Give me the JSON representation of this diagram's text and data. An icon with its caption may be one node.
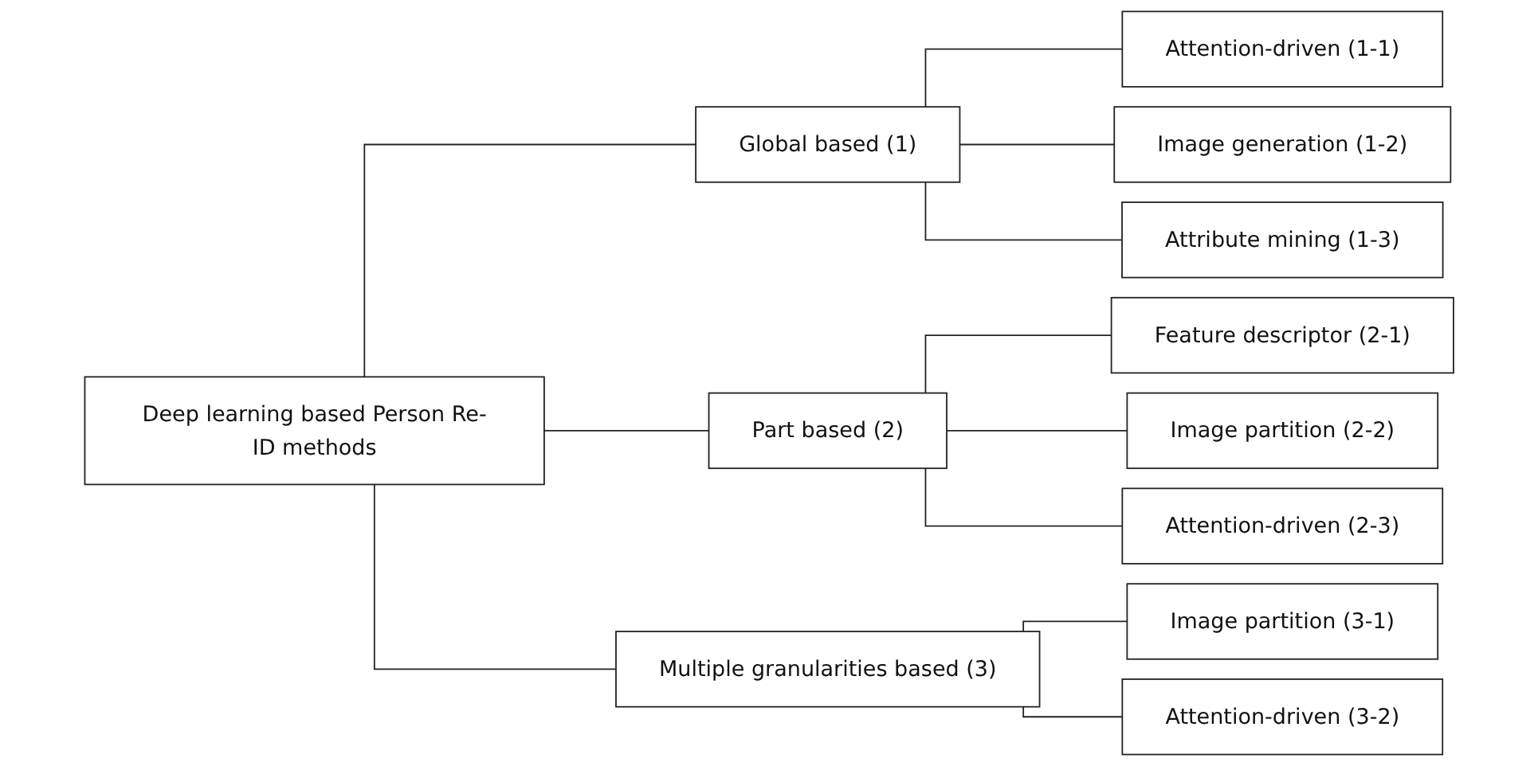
{
  "diagram": {
    "nodes": [
      {
        "text": [
          "Deep learning based Person Re-ID methods"
        ]
      },
      {
        "text": [
          "Global based (1)"
        ]
      },
      {
        "text": [
          "Part based (2)"
        ]
      },
      {
        "text": [
          "Multiple granularities based (3)"
        ]
      },
      {
        "text": [
          "Attention-driven (1-1)"
        ]
      },
      {
        "text": [
          "Image generation (1-2)"
        ]
      },
      {
        "text": [
          "Attribute mining (1-3)"
        ]
      },
      {
        "text": [
          "Feature descriptor (2-1)"
        ]
      },
      {
        "text": [
          "Image partition (2-2)"
        ]
      },
      {
        "text": [
          "Attention-driven (2-3)"
        ]
      },
      {
        "text": [
          "Image partition (3-1)"
        ]
      },
      {
        "text": [
          "Attention-driven (3-2)"
        ]
      }
    ],
    "edges": [
      {
        "from": 0,
        "to": 1,
        "arrow": "none"
      },
      {
        "from": 0,
        "to": 2,
        "arrow": "none"
      },
      {
        "from": 0,
        "to": 3,
        "arrow": "none"
      },
      {
        "from": 1,
        "to": 4,
        "arrow": "none"
      },
      {
        "from": 1,
        "to": 5,
        "arrow": "none"
      },
      {
        "from": 1,
        "to": 6,
        "arrow": "none"
      },
      {
        "from": 2,
        "to": 7,
        "arrow": "none"
      },
      {
        "from": 2,
        "to": 8,
        "arrow": "none"
      },
      {
        "from": 2,
        "to": 9,
        "arrow": "none"
      },
      {
        "from": 3,
        "to": 10,
        "arrow": "none"
      },
      {
        "from": 3,
        "to": 11,
        "arrow": "none"
      }
    ]
  }
}
